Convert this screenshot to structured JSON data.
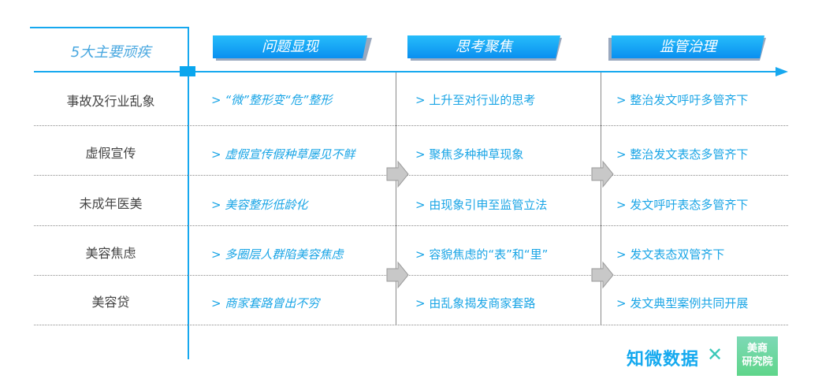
{
  "corner_title": "5大主要顽疾",
  "headers": [
    "问题显现",
    "思考聚焦",
    "监管治理"
  ],
  "rows": [
    {
      "label": "事故及行业乱象",
      "problem": ">  “微”整形变“危”整形",
      "focus": ">  上升至对行业的思考",
      "govern": ">  整治发文呼吁多管齐下"
    },
    {
      "label": "虚假宣传",
      "problem": ">  虚假宣传假种草屡见不鲜",
      "focus": ">  聚焦多种种草现象",
      "govern": ">  整治发文表态多管齐下"
    },
    {
      "label": "未成年医美",
      "problem": ">  美容整形低龄化",
      "focus": ">  由现象引申至监管立法",
      "govern": ">  发文呼吁表态多管齐下"
    },
    {
      "label": "美容焦虑",
      "problem": ">  多圈层人群陷美容焦虑",
      "focus": ">  容貌焦虑的“表”和“里”",
      "govern": ">  发文表态双管齐下"
    },
    {
      "label": "美容贷",
      "problem": ">  商家套路曾出不穷",
      "focus": ">  由乱象揭发商家套路",
      "govern": ">  发文典型案例共同开展"
    }
  ],
  "footer": {
    "brand1": "知微数据",
    "times": "✕",
    "brand2_line1": "美商",
    "brand2_line2": "研究院"
  },
  "colors": {
    "accent": "#0aa6ee",
    "text": "#1aa5e6"
  }
}
